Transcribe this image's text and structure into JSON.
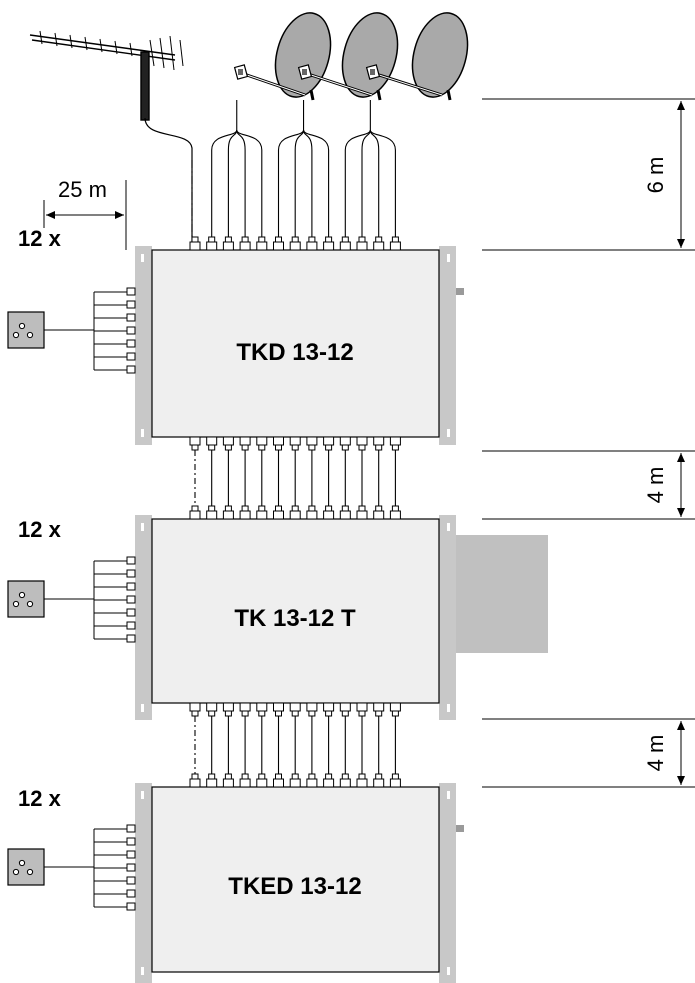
{
  "modules": [
    {
      "name": "TKD 13-12",
      "count": "12 x"
    },
    {
      "name": "TK 13-12 T",
      "count": "12 x"
    },
    {
      "name": "TKED 13-12",
      "count": "12 x"
    }
  ],
  "dimensions": {
    "outlet_distance": "25 m",
    "dish_height": "6 m",
    "gap_1": "4 m",
    "gap_2": "4 m"
  },
  "colors": {
    "module_fill": "#efefef",
    "bracket_fill": "#c8c8c8",
    "power_unit_fill": "#c0c0c0",
    "dish_fill": "#a9a9a9",
    "line": "#000000"
  },
  "icons": [
    "terrestrial-antenna-icon",
    "satellite-dish-icon",
    "wall-outlet-icon",
    "cable-connector-icon"
  ]
}
